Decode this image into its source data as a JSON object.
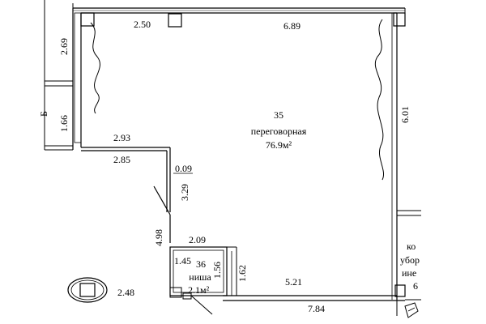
{
  "rooms": {
    "meeting": {
      "number": "35",
      "name": "переговорная",
      "area": "76.9м²"
    },
    "niche": {
      "number": "36",
      "name": "ниша",
      "area": "2.1м²"
    },
    "cut_right": {
      "line1": "ко",
      "line2": "убор",
      "line3": "ине",
      "line4": "6"
    }
  },
  "dimensions": {
    "top_left": "2.50",
    "top_right": "6.89",
    "left_upper": "2.69",
    "left_lower": "1.66",
    "right_side": "6.01",
    "ledge_top": "2.93",
    "ledge_bottom": "2.85",
    "step": "0.09",
    "step_vertical": "3.29",
    "diagonal": "4.98",
    "niche_top": "2.09",
    "niche_left": "1.45",
    "niche_right": "1.56",
    "niche_side": "1.62",
    "bottom_inner": "5.21",
    "bottom_outer": "7.84",
    "column_label": "2.48"
  },
  "edge_fragments": {
    "left_cut": "Б"
  }
}
